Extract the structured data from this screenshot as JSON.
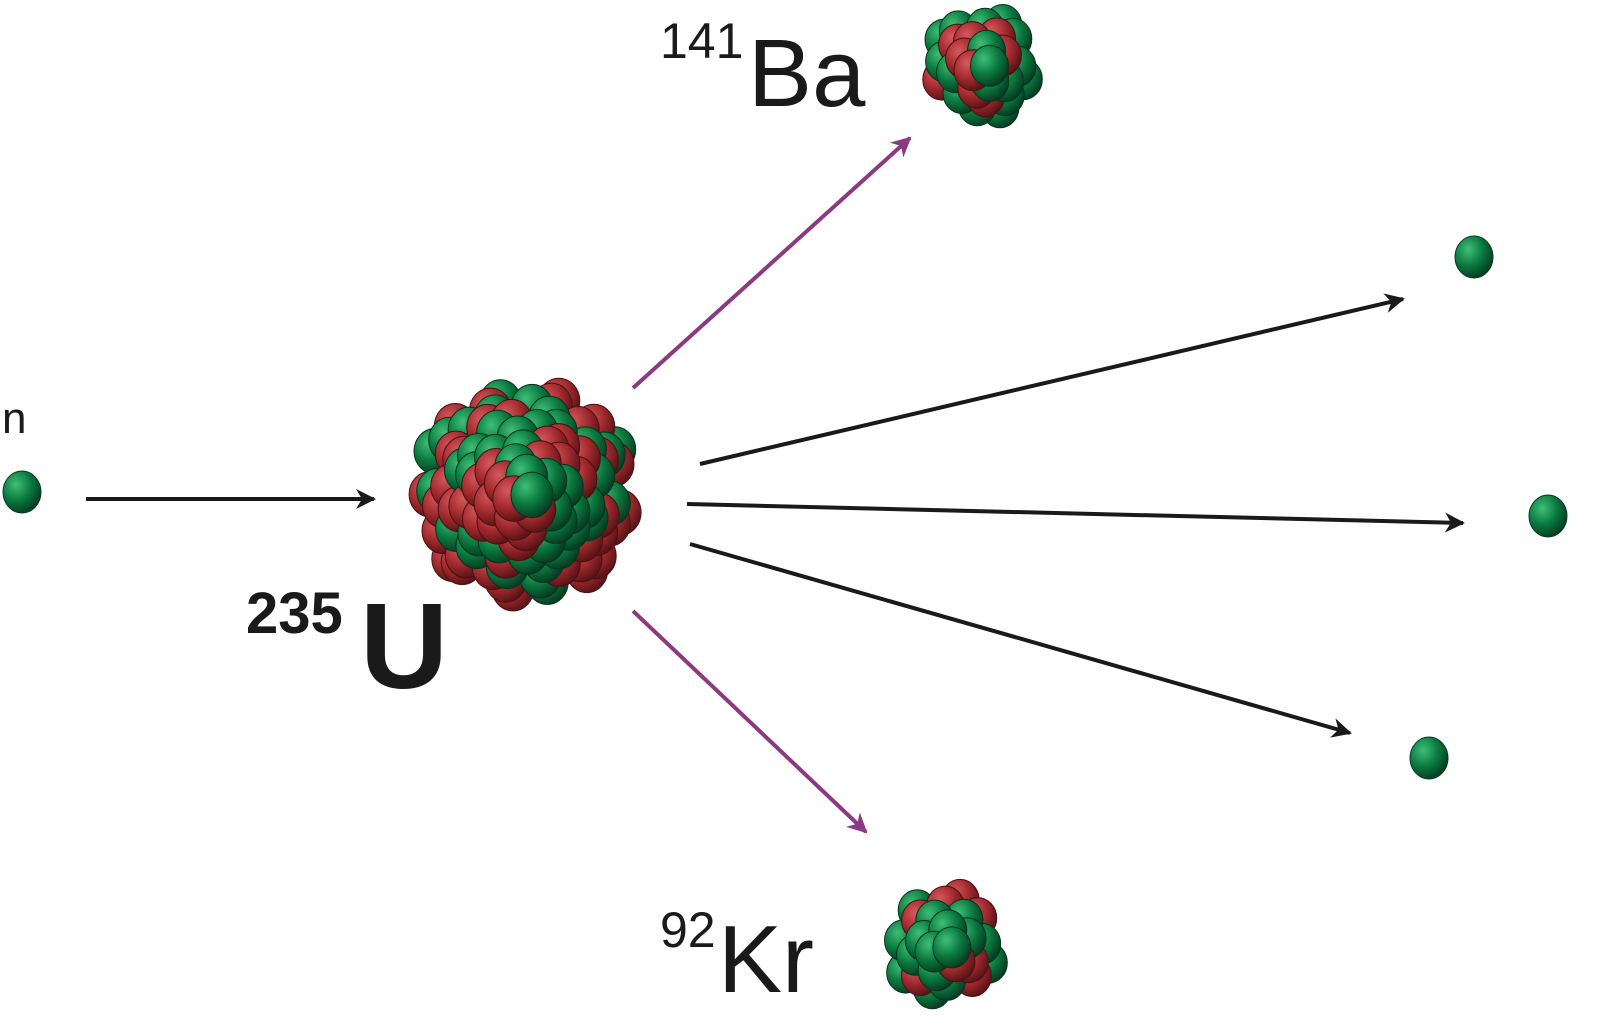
{
  "labels": {
    "neutron": "n",
    "uranium": {
      "mass": "235",
      "symbol": "U"
    },
    "barium": {
      "mass": "141",
      "symbol": "Ba"
    },
    "krypton": {
      "mass": "92",
      "symbol": "Kr"
    }
  },
  "colors": {
    "proton": "#a32a2e",
    "neutron": "#0d7a42",
    "reaction_arrow": "#1a1a1a",
    "fragment_arrow": "#8b3a82"
  }
}
